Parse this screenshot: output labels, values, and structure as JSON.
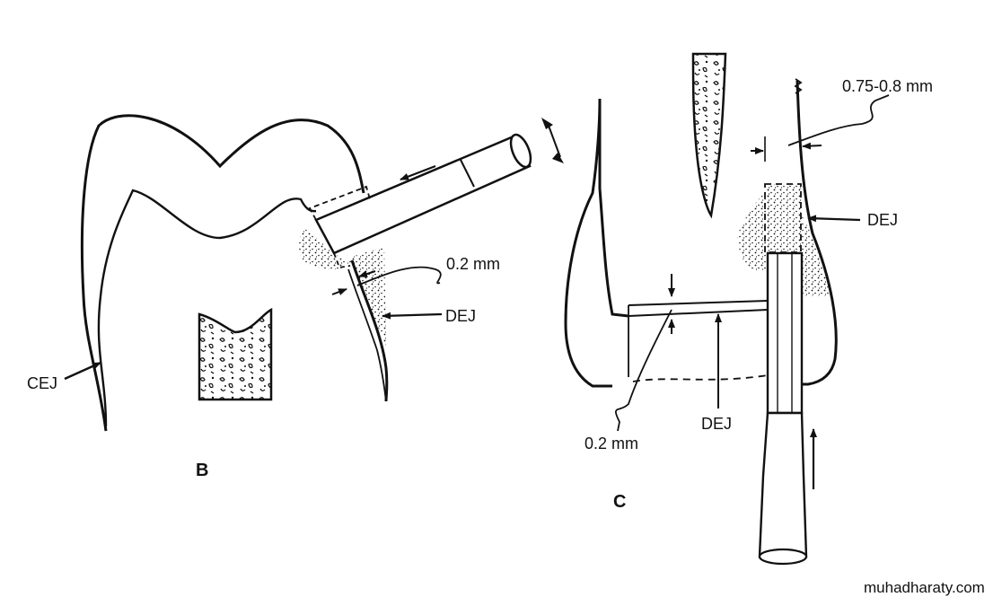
{
  "figure_b": {
    "panel_letter": "B",
    "label_cej": "CEJ",
    "label_thickness": "0.2 mm",
    "label_dej": "DEJ"
  },
  "figure_c": {
    "panel_letter": "C",
    "label_wall": "0.75-0.8 mm",
    "label_dej_top": "DEJ",
    "label_dej_bottom": "DEJ",
    "label_thickness": "0.2 mm"
  },
  "watermark": "muhadharaty.com"
}
